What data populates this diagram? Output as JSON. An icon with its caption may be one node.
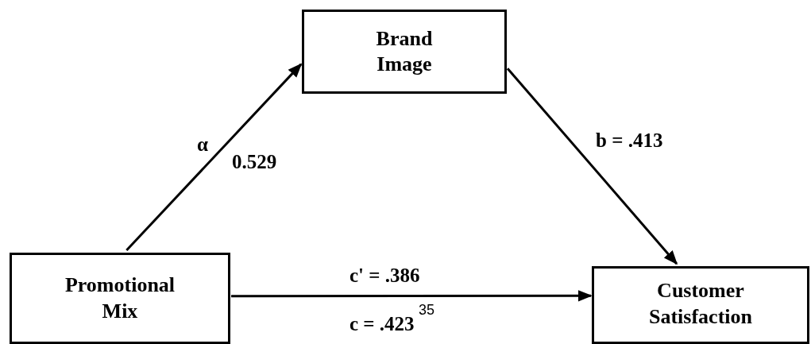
{
  "diagram": {
    "nodes": [
      {
        "text": [
          "Brand Image"
        ]
      },
      {
        "text": [
          "Promotional Mix"
        ]
      },
      {
        "text": [
          "Customer Satisfaction"
        ]
      }
    ],
    "edges": [
      {
        "from": 1,
        "to": 0,
        "arrow": "to",
        "label": "α"
      },
      {
        "from": 0,
        "to": 2,
        "arrow": "to",
        "label": "b = .413"
      },
      {
        "from": 1,
        "to": 2,
        "arrow": "to",
        "label": "c' = .386"
      }
    ],
    "labels": [
      "0.529",
      "35",
      "c = .423"
    ]
  }
}
